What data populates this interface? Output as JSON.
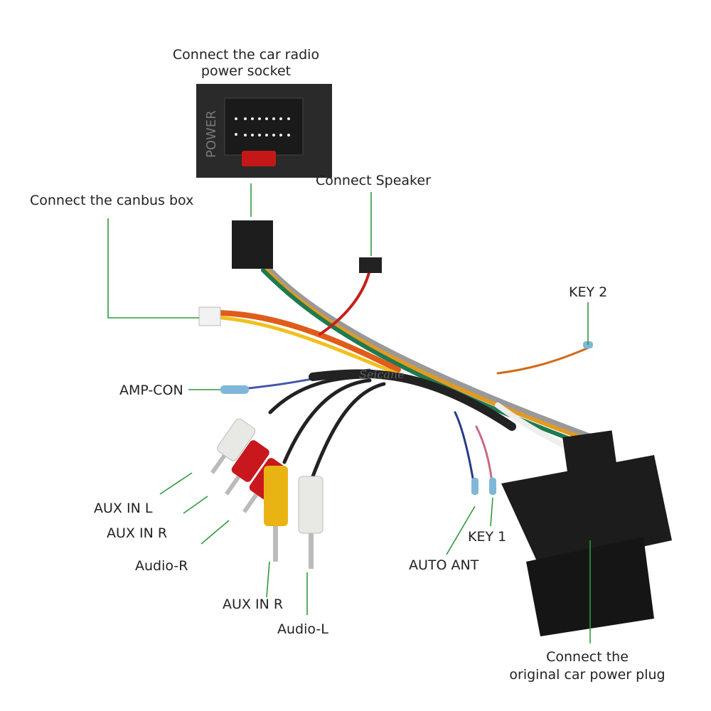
{
  "labels": {
    "power_socket_line1": "Connect the car radio",
    "power_socket_line2": "power socket",
    "speaker": "Connect Speaker",
    "canbus": "Connect the canbus box",
    "key2": "KEY 2",
    "amp_con": "AMP-CON",
    "aux_in_l": "AUX IN L",
    "aux_in_r_1": "AUX IN R",
    "audio_r": "Audio-R",
    "aux_in_r_2": "AUX IN R",
    "audio_l": "Audio-L",
    "auto_ant": "AUTO ANT",
    "key1": "KEY 1",
    "power_plug_line1": "Connect the",
    "power_plug_line2": "original car power plug"
  },
  "inset": {
    "connector_text": "POWER"
  },
  "watermark": "Seicane",
  "colors": {
    "leader": "#2f9a3c",
    "connector": "#1c1c1c",
    "rca_red": "#c8181e",
    "rca_white": "#e8e8e4",
    "rca_yellow": "#e9b413"
  }
}
